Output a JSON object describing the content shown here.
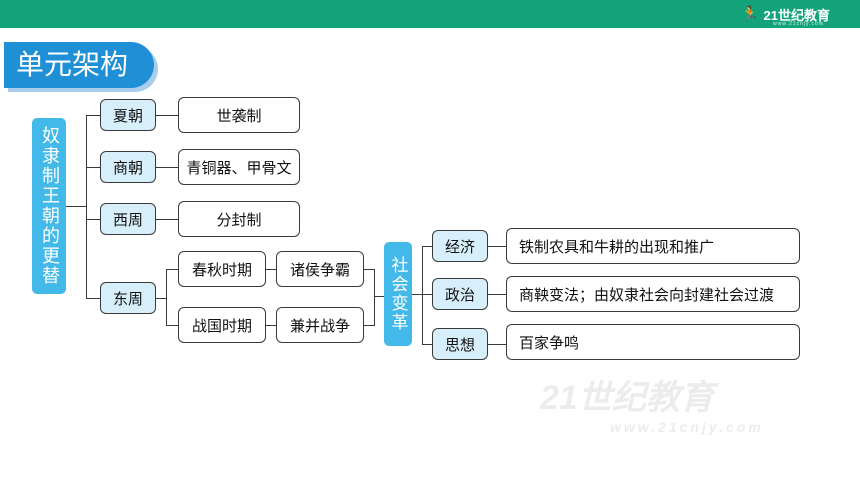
{
  "header": {
    "logo_text": "21世纪教育",
    "logo_sub": "www.21cnjy.com"
  },
  "title": "单元架构",
  "root": "奴隶制王朝的更替",
  "dynasties": [
    {
      "name": "夏朝",
      "detail": "世袭制"
    },
    {
      "name": "商朝",
      "detail": "青铜器、甲骨文"
    },
    {
      "name": "西周",
      "detail": "分封制"
    },
    {
      "name": "东周",
      "periods": [
        {
          "name": "春秋时期",
          "detail": "诸侯争霸"
        },
        {
          "name": "战国时期",
          "detail": "兼并战争"
        }
      ]
    }
  ],
  "change": {
    "label": "社会变革",
    "aspects": [
      {
        "name": "经济",
        "detail": "铁制农具和牛耕的出现和推广"
      },
      {
        "name": "政治",
        "detail": "商鞅变法；由奴隶社会向封建社会过渡"
      },
      {
        "name": "思想",
        "detail": "百家争鸣"
      }
    ]
  },
  "watermark": "21世纪教育"
}
